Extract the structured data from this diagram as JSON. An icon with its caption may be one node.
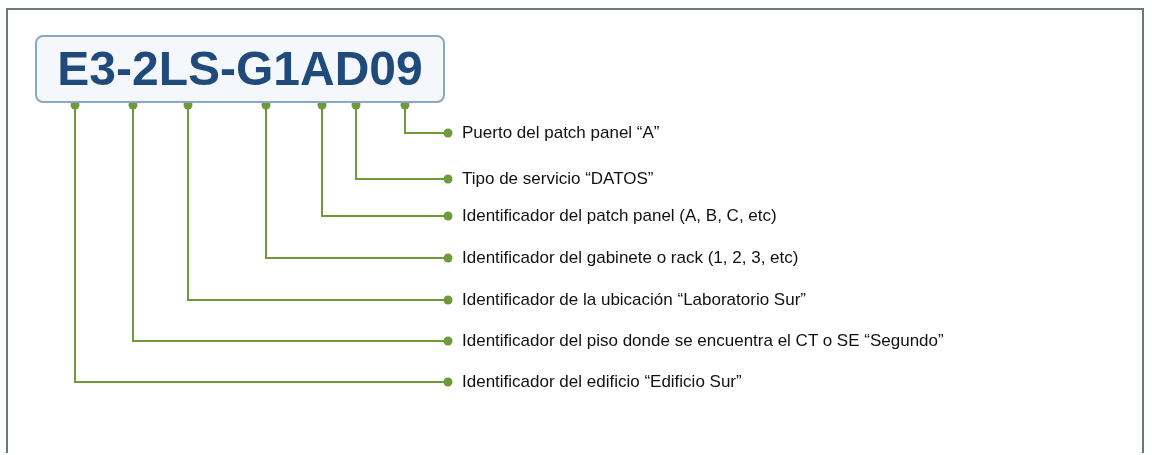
{
  "diagram": {
    "nodes": [
      {
        "text": [
          "E3-2LS-G1AD09"
        ]
      },
      {
        "text": [
          "Puerto del patch panel “A”"
        ]
      },
      {
        "text": [
          "Tipo de servicio “DATOS”"
        ]
      },
      {
        "text": [
          "Identificador del patch panel (A, B, C, etc)"
        ]
      },
      {
        "text": [
          "Identificador del gabinete o rack (1, 2, 3, etc)"
        ]
      },
      {
        "text": [
          "Identificador de la ubicación “Laboratorio Sur”"
        ]
      },
      {
        "text": [
          "Identificador del piso donde se encuentra el CT o SE “Segundo”"
        ]
      },
      {
        "text": [
          "Identificador del edificio “Edificio Sur”"
        ]
      }
    ],
    "edges": [
      {
        "from": 0,
        "to": 1,
        "arrow": "other"
      },
      {
        "from": 0,
        "to": 2,
        "arrow": "other"
      },
      {
        "from": 0,
        "to": 3,
        "arrow": "other"
      },
      {
        "from": 0,
        "to": 4,
        "arrow": "other"
      },
      {
        "from": 0,
        "to": 5,
        "arrow": "other"
      },
      {
        "from": 0,
        "to": 6,
        "arrow": "other"
      },
      {
        "from": 0,
        "to": 7,
        "arrow": "other"
      }
    ]
  }
}
